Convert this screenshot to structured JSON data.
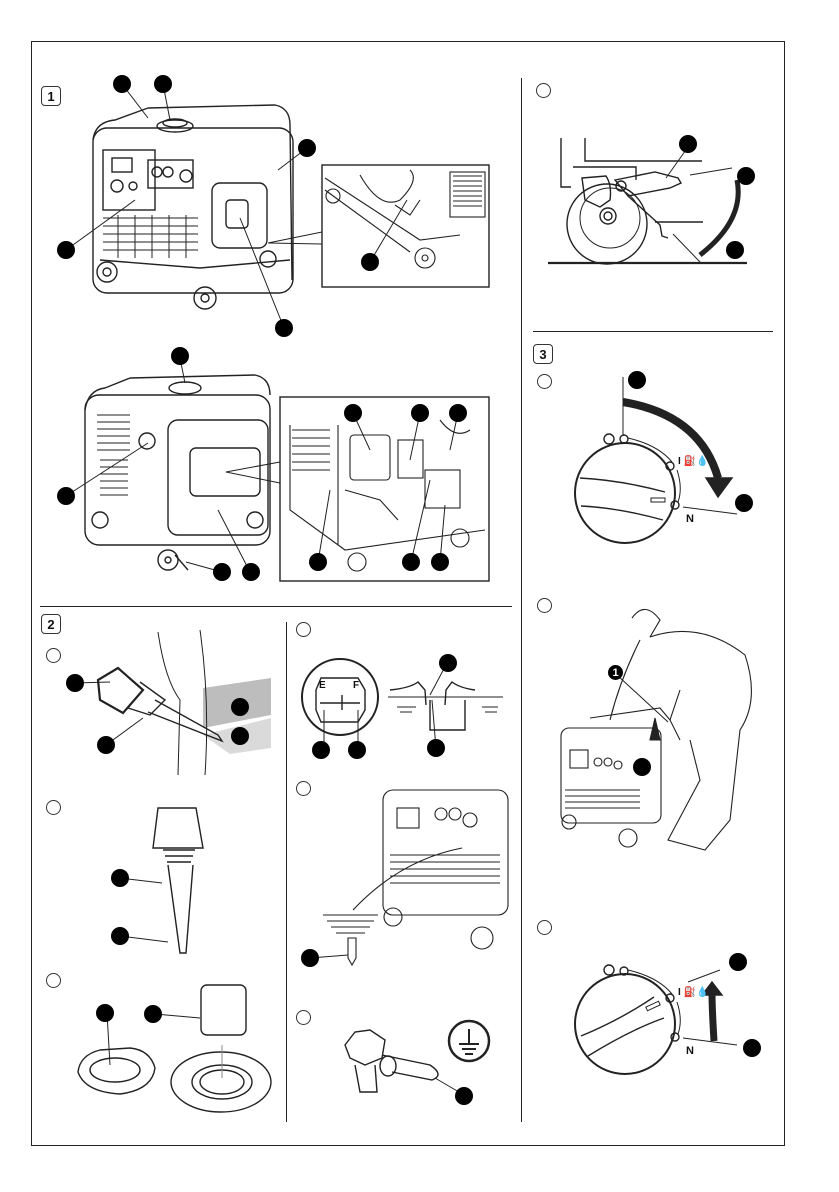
{
  "page": {
    "type": "generator manual illustration sheet"
  },
  "sections": [
    {
      "id": "1",
      "badge": "1",
      "title": "Generator component overview"
    },
    {
      "id": "2",
      "badge": "2",
      "title": "Oil level, fuel filter and grounding"
    },
    {
      "id": "3",
      "badge": "3",
      "title": "Fuel/engine switch and starting"
    }
  ],
  "figures": {
    "caster_brake": {
      "sub_marker": "",
      "callouts": 3
    },
    "fuel_dial_off_to_on": {
      "sub_marker": "",
      "label_n": "N",
      "callouts": 2,
      "fuel_symbol": "I ⛽💧"
    },
    "recoil_start": {
      "sub_marker": "",
      "callout_number": "1"
    },
    "fuel_dial_on": {
      "sub_marker": "",
      "label_n": "N",
      "callouts": 2,
      "fuel_symbol": "I ⛽💧"
    },
    "dipstick_insert": {
      "sub_marker": "",
      "callouts": 4
    },
    "dipstick": {
      "sub_marker": "",
      "callouts": 2
    },
    "fuel_filter": {
      "sub_marker": "",
      "callouts": 2
    },
    "fuel_gauge": {
      "sub_marker": "",
      "label_e": "E",
      "label_f": "F",
      "callouts": 3
    },
    "ground_rod": {
      "sub_marker": "",
      "callouts": 1
    },
    "ground_terminal": {
      "sub_marker": "",
      "callouts": 1
    }
  },
  "colors": {
    "line": "#222222",
    "callout": "#000000",
    "panel_gray": "#c8c8c8"
  }
}
